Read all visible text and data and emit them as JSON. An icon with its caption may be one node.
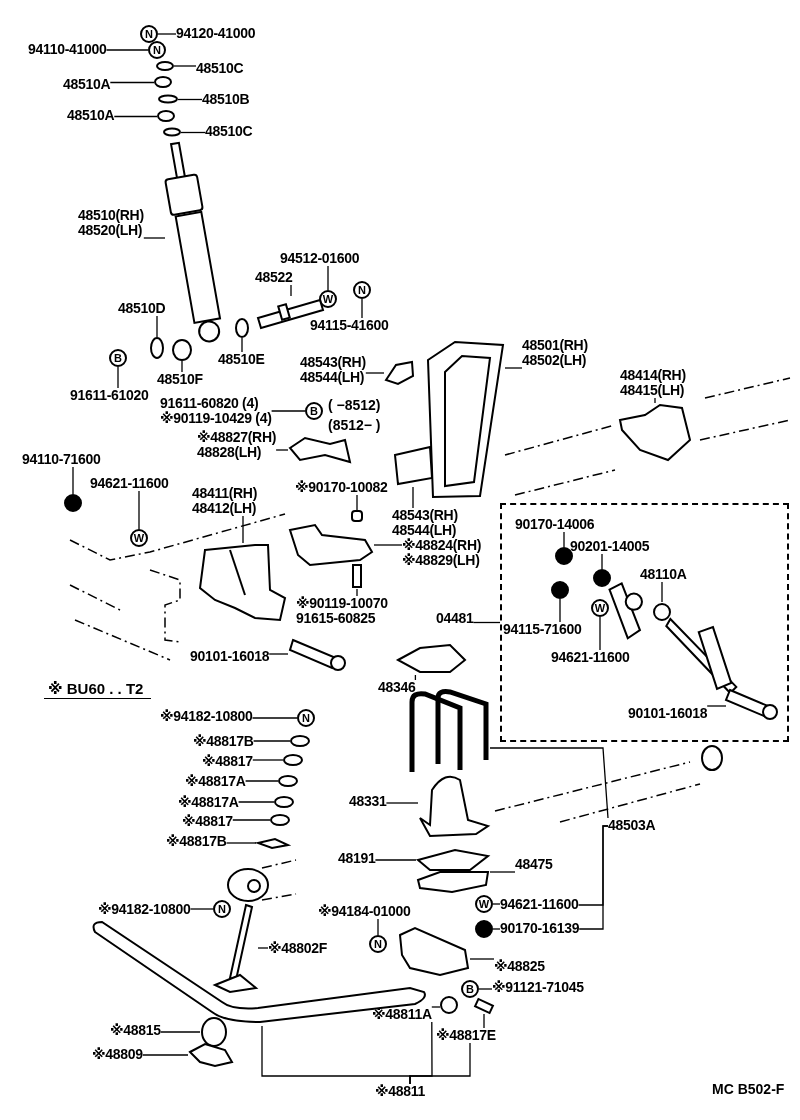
{
  "diagram": {
    "nodes": [
      {
        "text": [
          "94120-41000"
        ]
      },
      {
        "text": [
          "N"
        ]
      },
      {
        "text": [
          "94110-41000"
        ]
      },
      {
        "text": [
          "N"
        ]
      },
      {
        "text": [
          "48510C"
        ]
      },
      {
        "text": [
          "48510A"
        ]
      },
      {
        "text": [
          "48510B"
        ]
      },
      {
        "text": [
          "48510A"
        ]
      },
      {
        "text": [
          "48510C"
        ]
      },
      {
        "text": [
          "48510(RH)",
          "48520(LH)"
        ]
      },
      {
        "text": [
          "94512-01600"
        ]
      },
      {
        "text": [
          "48522"
        ]
      },
      {
        "text": [
          "W"
        ]
      },
      {
        "text": [
          "N"
        ]
      },
      {
        "text": [
          "94115-41600"
        ]
      },
      {
        "text": [
          "48510D"
        ]
      },
      {
        "text": [
          "48510E"
        ]
      },
      {
        "text": [
          "48510F"
        ]
      },
      {
        "text": [
          "B"
        ]
      },
      {
        "text": [
          "91611-61020"
        ]
      },
      {
        "text": [
          "48543(RH)",
          "48544(LH)"
        ]
      },
      {
        "text": [
          "48501(RH)",
          "48502(LH)"
        ]
      },
      {
        "text": [
          "48414(RH)",
          "48415(LH)"
        ]
      },
      {
        "text": [
          "91611-60820 (4)",
          "※90119-10429 (4)"
        ]
      },
      {
        "text": [
          "B"
        ]
      },
      {
        "text": [
          "※48827(RH)",
          "48828(LH)"
        ]
      },
      {
        "text": [
          "94110-71600"
        ]
      },
      {
        "text": [],
        "shape": "circle"
      },
      {
        "text": [
          "94621-11600"
        ]
      },
      {
        "text": [
          "W"
        ]
      },
      {
        "text": [
          "48411(RH)",
          "48412(LH)"
        ]
      },
      {
        "text": [
          "※90170-10082"
        ]
      },
      {
        "text": [
          "48543(RH)",
          "48544(LH)"
        ]
      },
      {
        "text": [
          "※48824(RH)",
          "※48829(LH)"
        ]
      },
      {
        "text": [
          "※90119-10070",
          "91615-60825"
        ]
      },
      {
        "text": [
          "04481"
        ]
      },
      {
        "text": [],
        "shape": "box"
      },
      {
        "text": [
          "90170-14006"
        ],
        "in": 36
      },
      {
        "text": [
          "90201-14005"
        ],
        "in": 36
      },
      {
        "text": [],
        "shape": "circle",
        "in": 36
      },
      {
        "text": [],
        "shape": "circle",
        "in": 36
      },
      {
        "text": [],
        "shape": "circle",
        "in": 36
      },
      {
        "text": [
          "48110A"
        ],
        "in": 36
      },
      {
        "text": [
          "W"
        ],
        "in": 36
      },
      {
        "text": [
          "94115-71600"
        ],
        "in": 36
      },
      {
        "text": [
          "94621-11600"
        ],
        "in": 36
      },
      {
        "text": [
          "90101-16018"
        ],
        "in": 36
      },
      {
        "text": [
          "90101-16018"
        ]
      },
      {
        "text": [
          "48346"
        ]
      },
      {
        "text": [
          "※94182-10800"
        ]
      },
      {
        "text": [
          "N"
        ]
      },
      {
        "text": [
          "※48817B"
        ]
      },
      {
        "text": [
          "※48817"
        ]
      },
      {
        "text": [
          "※48817A"
        ]
      },
      {
        "text": [
          "※48817A"
        ]
      },
      {
        "text": [
          "※48817"
        ]
      },
      {
        "text": [
          "※48817B"
        ]
      },
      {
        "text": [
          "48331"
        ]
      },
      {
        "text": [
          "48503A"
        ]
      },
      {
        "text": [
          "48191"
        ]
      },
      {
        "text": [
          "48475"
        ]
      },
      {
        "text": [
          "※94182-10800"
        ]
      },
      {
        "text": [
          "N"
        ]
      },
      {
        "text": [
          "※94184-01000"
        ]
      },
      {
        "text": [
          "W"
        ]
      },
      {
        "text": [
          "94621-11600"
        ]
      },
      {
        "text": [],
        "shape": "circle"
      },
      {
        "text": [
          "90170-16139"
        ]
      },
      {
        "text": [
          "N"
        ]
      },
      {
        "text": [
          "※48802F"
        ]
      },
      {
        "text": [
          "※48825"
        ]
      },
      {
        "text": [
          "B"
        ]
      },
      {
        "text": [
          "※91121-71045"
        ]
      },
      {
        "text": [
          "※48815"
        ]
      },
      {
        "text": [
          "※48809"
        ]
      },
      {
        "text": [
          "※48811A"
        ]
      },
      {
        "text": [
          "※48817E"
        ]
      },
      {
        "text": [
          "※48811"
        ]
      },
      {
        "text": [],
        "shape": "circle"
      },
      {
        "text": [],
        "shape": "circle"
      },
      {
        "text": [],
        "shape": "circle"
      },
      {
        "text": [],
        "shape": "circle"
      },
      {
        "text": [],
        "shape": "circle"
      },
      {
        "text": [],
        "shape": "picture"
      },
      {
        "text": [],
        "shape": "picture"
      },
      {
        "text": [],
        "shape": "circle"
      },
      {
        "text": [],
        "shape": "circle"
      },
      {
        "text": [],
        "shape": "circle"
      },
      {
        "text": [],
        "shape": "picture"
      },
      {
        "text": [],
        "shape": "picture"
      },
      {
        "text": [],
        "shape": "box"
      },
      {
        "text": [],
        "shape": "picture"
      },
      {
        "text": [],
        "shape": "picture"
      },
      {
        "text": [],
        "shape": "picture"
      },
      {
        "text": [],
        "shape": "box"
      },
      {
        "text": [],
        "shape": "picture"
      },
      {
        "text": [],
        "shape": "box"
      },
      {
        "text": [],
        "shape": "picture"
      },
      {
        "text": [],
        "shape": "picture"
      },
      {
        "text": [],
        "shape": "picture"
      },
      {
        "text": [],
        "shape": "picture"
      },
      {
        "text": [],
        "shape": "picture"
      },
      {
        "text": [],
        "shape": "box"
      },
      {
        "text": [],
        "shape": "circle"
      },
      {
        "text": [],
        "shape": "circle"
      },
      {
        "text": [],
        "shape": "circle"
      },
      {
        "text": [],
        "shape": "circle"
      },
      {
        "text": [],
        "shape": "circle"
      },
      {
        "text": [],
        "shape": "picture"
      },
      {
        "text": [],
        "shape": "picture"
      },
      {
        "text": [],
        "shape": "picture"
      },
      {
        "text": [],
        "shape": "circle"
      },
      {
        "text": [],
        "shape": "picture"
      },
      {
        "text": [],
        "shape": "picture"
      },
      {
        "text": [],
        "shape": "circle"
      },
      {
        "text": [],
        "shape": "box"
      },
      {
        "text": [],
        "shape": "circle",
        "in": 36
      },
      {
        "text": [],
        "shape": "picture",
        "in": 36
      }
    ],
    "edges": [
      {
        "from": 0,
        "to": 1,
        "arrow": "none"
      },
      {
        "from": 2,
        "to": 3,
        "arrow": "none"
      },
      {
        "from": 4,
        "to": 78,
        "arrow": "none"
      },
      {
        "from": 5,
        "to": 79,
        "arrow": "none"
      },
      {
        "from": 6,
        "to": 80,
        "arrow": "none"
      },
      {
        "from": 7,
        "to": 81,
        "arrow": "none"
      },
      {
        "from": 8,
        "to": 82,
        "arrow": "none"
      },
      {
        "from": 9,
        "to": 83,
        "arrow": "none"
      },
      {
        "from": 10,
        "to": 12,
        "arrow": "none"
      },
      {
        "from": 11,
        "to": 84,
        "arrow": "none"
      },
      {
        "from": 14,
        "to": 13,
        "arrow": "none"
      },
      {
        "from": 15,
        "to": 85,
        "arrow": "none"
      },
      {
        "from": 16,
        "to": 87,
        "arrow": "none"
      },
      {
        "from": 17,
        "to": 86,
        "arrow": "none"
      },
      {
        "from": 19,
        "to": 18,
        "arrow": "none"
      },
      {
        "from": 20,
        "to": 88,
        "arrow": "none"
      },
      {
        "from": 21,
        "to": 89,
        "arrow": "none"
      },
      {
        "from": 22,
        "to": 91,
        "arrow": "none"
      },
      {
        "from": 23,
        "to": 24,
        "arrow": "none"
      },
      {
        "from": 25,
        "to": 92,
        "arrow": "none"
      },
      {
        "from": 26,
        "to": 27,
        "arrow": "none"
      },
      {
        "from": 28,
        "to": 29,
        "arrow": "none"
      },
      {
        "from": 30,
        "to": 93,
        "arrow": "none"
      },
      {
        "from": 31,
        "to": 94,
        "arrow": "none"
      },
      {
        "from": 32,
        "to": 90,
        "arrow": "none"
      },
      {
        "from": 33,
        "to": 95,
        "arrow": "none"
      },
      {
        "from": 34,
        "to": 96,
        "arrow": "none"
      },
      {
        "from": 35,
        "to": 36,
        "arrow": "none"
      },
      {
        "from": 37,
        "to": 39,
        "arrow": "none"
      },
      {
        "from": 38,
        "to": 40,
        "arrow": "none"
      },
      {
        "from": 44,
        "to": 41,
        "arrow": "none"
      },
      {
        "from": 42,
        "to": 116,
        "arrow": "none"
      },
      {
        "from": 45,
        "to": 43,
        "arrow": "none"
      },
      {
        "from": 46,
        "to": 117,
        "arrow": "none"
      },
      {
        "from": 47,
        "to": 97,
        "arrow": "none"
      },
      {
        "from": 48,
        "to": 98,
        "arrow": "none"
      },
      {
        "from": 49,
        "to": 50,
        "arrow": "none"
      },
      {
        "from": 51,
        "to": 103,
        "arrow": "none"
      },
      {
        "from": 52,
        "to": 104,
        "arrow": "none"
      },
      {
        "from": 53,
        "to": 105,
        "arrow": "none"
      },
      {
        "from": 54,
        "to": 106,
        "arrow": "none"
      },
      {
        "from": 55,
        "to": 107,
        "arrow": "none"
      },
      {
        "from": 56,
        "to": 108,
        "arrow": "none"
      },
      {
        "from": 57,
        "to": 100,
        "arrow": "none"
      },
      {
        "from": 58,
        "to": 99,
        "arrow": "none"
      },
      {
        "from": 59,
        "to": 101,
        "arrow": "none"
      },
      {
        "from": 60,
        "to": 102,
        "arrow": "none"
      },
      {
        "from": 61,
        "to": 62,
        "arrow": "none"
      },
      {
        "from": 63,
        "to": 68,
        "arrow": "none"
      },
      {
        "from": 65,
        "to": 64,
        "arrow": "none"
      },
      {
        "from": 67,
        "to": 66,
        "arrow": "none"
      },
      {
        "from": 69,
        "to": 109,
        "arrow": "none"
      },
      {
        "from": 70,
        "to": 110,
        "arrow": "none"
      },
      {
        "from": 72,
        "to": 71,
        "arrow": "none"
      },
      {
        "from": 73,
        "to": 111,
        "arrow": "none"
      },
      {
        "from": 74,
        "to": 112,
        "arrow": "none"
      },
      {
        "from": 75,
        "to": 114,
        "arrow": "none"
      },
      {
        "from": 76,
        "to": 115,
        "arrow": "none"
      },
      {
        "from": 77,
        "to": 113,
        "arrow": "none"
      },
      {
        "from": 58,
        "to": 65,
        "arrow": "none"
      },
      {
        "from": 58,
        "to": 67,
        "arrow": "none"
      },
      {
        "from": 77,
        "to": 75,
        "arrow": "none"
      },
      {
        "from": 77,
        "to": 76,
        "arrow": "none"
      }
    ],
    "labels": [
      "( −8512)",
      "(8512− )",
      "※ BU60 . . T2",
      "MC B502-F"
    ]
  }
}
